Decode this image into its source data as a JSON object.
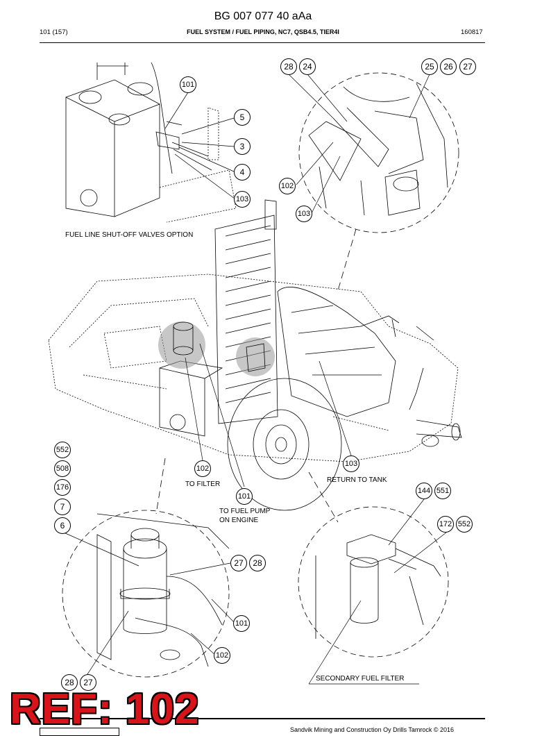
{
  "header": {
    "doc_id": "BG 007 077 40 aAa",
    "page": "101 (157)",
    "title": "FUEL SYSTEM / FUEL PIPING, NC7, QSB4.5, TIER4I",
    "date": "160817"
  },
  "labels": {
    "shutoff_option": "FUEL LINE SHUT-OFF VALVES OPTION",
    "to_filter": "TO FILTER",
    "to_fuel_pump_1": "TO FUEL PUMP",
    "to_fuel_pump_2": "ON ENGINE",
    "return_to_tank": "RETURN TO TANK",
    "secondary_filter": "SECONDARY FUEL FILTER"
  },
  "callouts": {
    "c101_a": "101",
    "c5": "5",
    "c3": "3",
    "c4": "4",
    "c103_a": "103",
    "c28_a": "28",
    "c24": "24",
    "c25": "25",
    "c26": "26",
    "c27_a": "27",
    "c102_a": "102",
    "c103_b": "103",
    "c552_a": "552",
    "c508": "508",
    "c176": "176",
    "c7": "7",
    "c6": "6",
    "c102_b": "102",
    "c101_b": "101",
    "c103_c": "103",
    "c144": "144",
    "c551": "551",
    "c172": "172",
    "c552_b": "552",
    "c27_b": "27",
    "c28_b": "28",
    "c101_c": "101",
    "c102_c": "102",
    "c28_c": "28",
    "c27_c": "27"
  },
  "footer": {
    "copyright": "Sandvik Mining and Construction Oy Drills Tamrock © 2016"
  },
  "overlay": {
    "ref_text": "REF: 102",
    "ref_color": "#d8141a"
  }
}
